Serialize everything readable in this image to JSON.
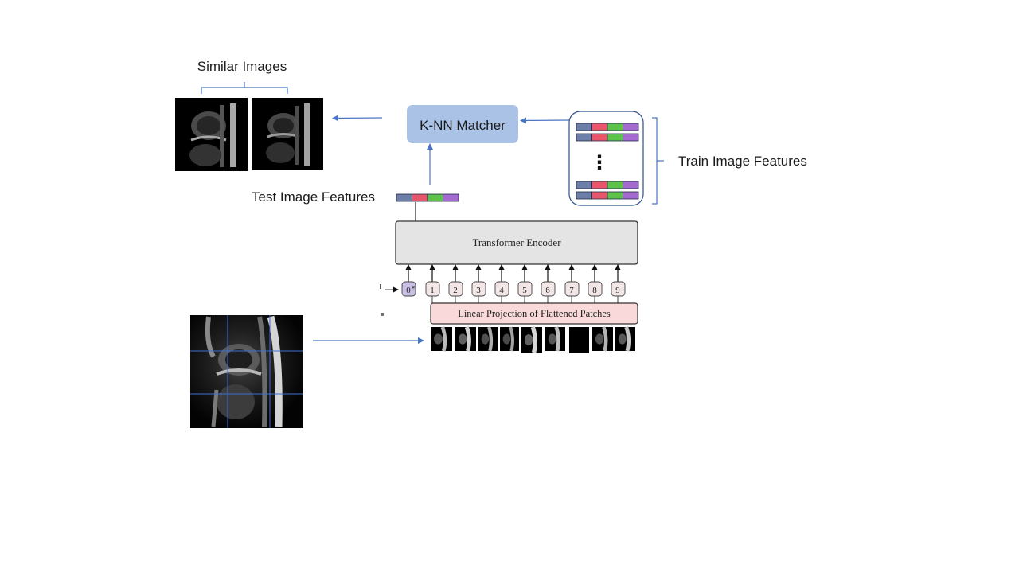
{
  "labels": {
    "similar_images": "Similar Images",
    "knn_matcher": "K-NN Matcher",
    "train_image_features": "Train Image Features",
    "test_image_features": "Test Image Features",
    "transformer_encoder": "Transformer Encoder",
    "linear_projection": "Linear Projection of Flattened Patches",
    "vertical_ellipsis": "⋮"
  },
  "token_indices": [
    "0",
    "1",
    "2",
    "3",
    "4",
    "5",
    "6",
    "7",
    "8",
    "9"
  ],
  "class_token_marker": "*",
  "feature_vector_colors": [
    "#6d7fa8",
    "#e8566b",
    "#5cc24c",
    "#a56ad0"
  ],
  "colors": {
    "arrow": "#4a74c4",
    "matcher_fill": "#a9c2e6",
    "encoder_fill": "#e4e4e4",
    "projection_fill": "#f9d9d9",
    "token_fill": "#f3e6e6",
    "class_token_fill": "#c8bfe3"
  }
}
